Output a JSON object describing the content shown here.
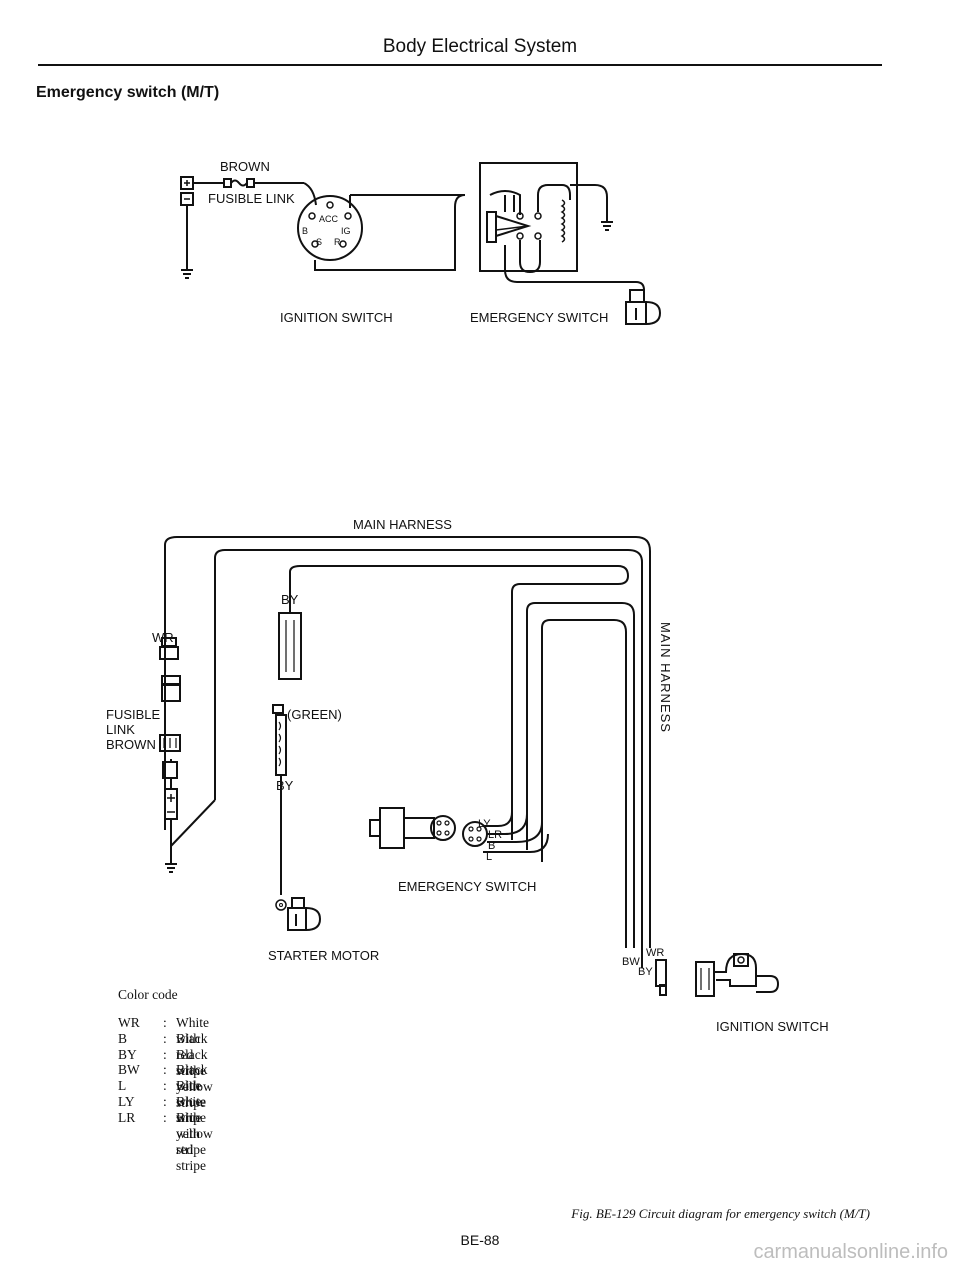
{
  "header": {
    "title": "Body Electrical System",
    "section": "Emergency switch (M/T)"
  },
  "top_diagram": {
    "brown": "BROWN",
    "fusible_link": "FUSIBLE LINK",
    "acc": "ACC",
    "b": "B",
    "ig": "IG",
    "s": "S",
    "r": "R",
    "ignition_switch": "IGNITION SWITCH",
    "emergency_switch": "EMERGENCY SWITCH"
  },
  "bottom_diagram": {
    "main_harness_top": "MAIN HARNESS",
    "main_harness_side": "MAIN HARNESS",
    "wr": "WR",
    "by": "BY",
    "green": "(GREEN)",
    "by2": "BY",
    "fusible_link": "FUSIBLE",
    "link": "LINK",
    "brown": "BROWN",
    "ly": "LY",
    "lr": "LR",
    "b": "B",
    "l": "L",
    "emergency_switch": "EMERGENCY SWITCH",
    "starter_motor": "STARTER MOTOR",
    "bw": "BW",
    "wr2": "WR",
    "by3": "BY",
    "ignition_switch": "IGNITION SWITCH"
  },
  "color_code": {
    "title": "Color code",
    "entries": [
      {
        "code": "WR",
        "desc": "White with red stripe"
      },
      {
        "code": "B",
        "desc": "Black"
      },
      {
        "code": "BY",
        "desc": "Black with yellow stripe"
      },
      {
        "code": "BW",
        "desc": "Black with white stripe"
      },
      {
        "code": "L",
        "desc": "Blue"
      },
      {
        "code": "LY",
        "desc": "Blue with yellow stripe"
      },
      {
        "code": "LR",
        "desc": "Blue with red stripe"
      }
    ]
  },
  "caption": "Fig. BE-129  Circuit diagram for emergency switch (M/T)",
  "page_number": "BE-88",
  "watermark": "carmanualsonline.info"
}
